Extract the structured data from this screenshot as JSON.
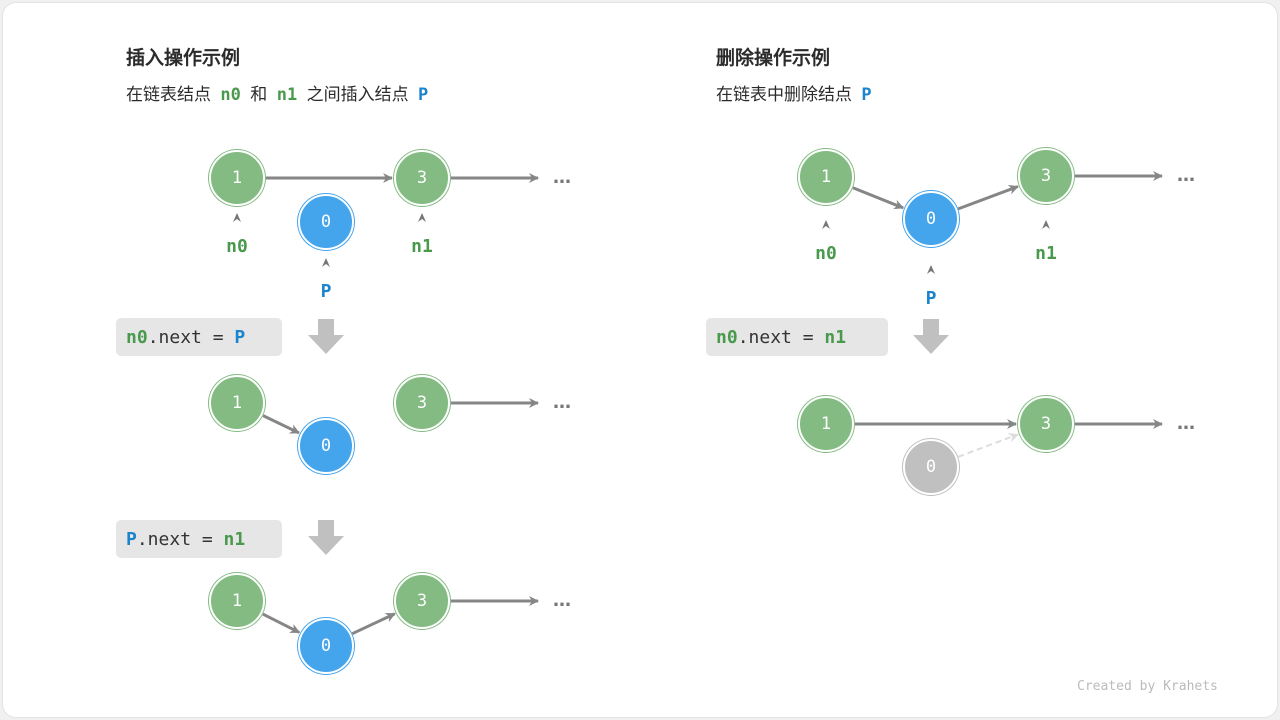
{
  "insert": {
    "title": "插入操作示例",
    "subtitle_parts": [
      "在链表结点 ",
      "n0",
      " 和 ",
      "n1",
      " 之间插入结点 ",
      "P"
    ],
    "code1": [
      "n0",
      ".next = ",
      "P"
    ],
    "code2": [
      "P",
      ".next = ",
      "n1"
    ]
  },
  "remove": {
    "title": "删除操作示例",
    "subtitle_parts": [
      "在链表中删除结点 ",
      "P"
    ],
    "code": [
      "n0",
      ".next = ",
      "n1"
    ]
  },
  "nodes": {
    "a": "1",
    "b": "0",
    "c": "3"
  },
  "pointers": {
    "n0": "n0",
    "n1": "n1",
    "p": "P"
  },
  "ellipsis": "…",
  "credit": "Created by Krahets",
  "colors": {
    "green": "#84bb83",
    "blue": "#44a4ec",
    "gray": "#c0c0c0",
    "arrow": "#868686",
    "green_text": "#4a9a4e",
    "blue_text": "#1a84cc"
  }
}
